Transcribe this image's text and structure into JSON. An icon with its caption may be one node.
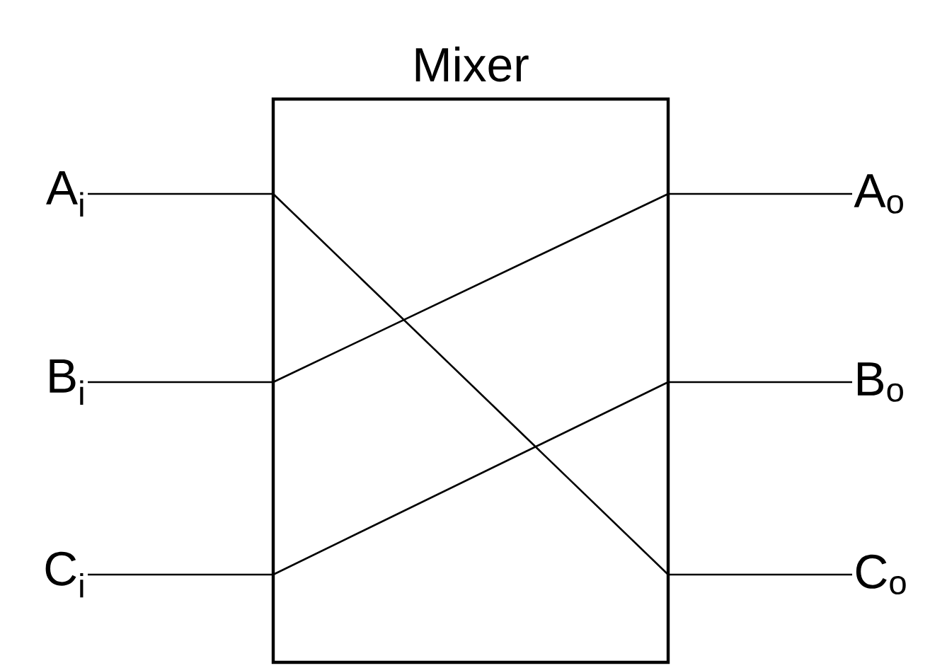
{
  "diagram": {
    "nodes": [
      {
        "text": [
          "Mixer"
        ]
      },
      {
        "text": [
          "A$_{i}$"
        ]
      },
      {
        "text": [
          "B$_{i}$"
        ]
      },
      {
        "text": [
          "C$_{i}$"
        ]
      },
      {
        "text": [
          "A$_{o}$"
        ]
      },
      {
        "text": [
          "B$_{o}$"
        ]
      },
      {
        "text": [
          "C$_{o}$"
        ]
      }
    ],
    "edges": [
      {
        "from": 1,
        "to": 0,
        "arrow": "none"
      },
      {
        "from": 2,
        "to": 0,
        "arrow": "none"
      },
      {
        "from": 3,
        "to": 0,
        "arrow": "none"
      },
      {
        "from": 0,
        "to": 4,
        "arrow": "none"
      },
      {
        "from": 0,
        "to": 5,
        "arrow": "none"
      },
      {
        "from": 0,
        "to": 6,
        "arrow": "none"
      }
    ]
  }
}
